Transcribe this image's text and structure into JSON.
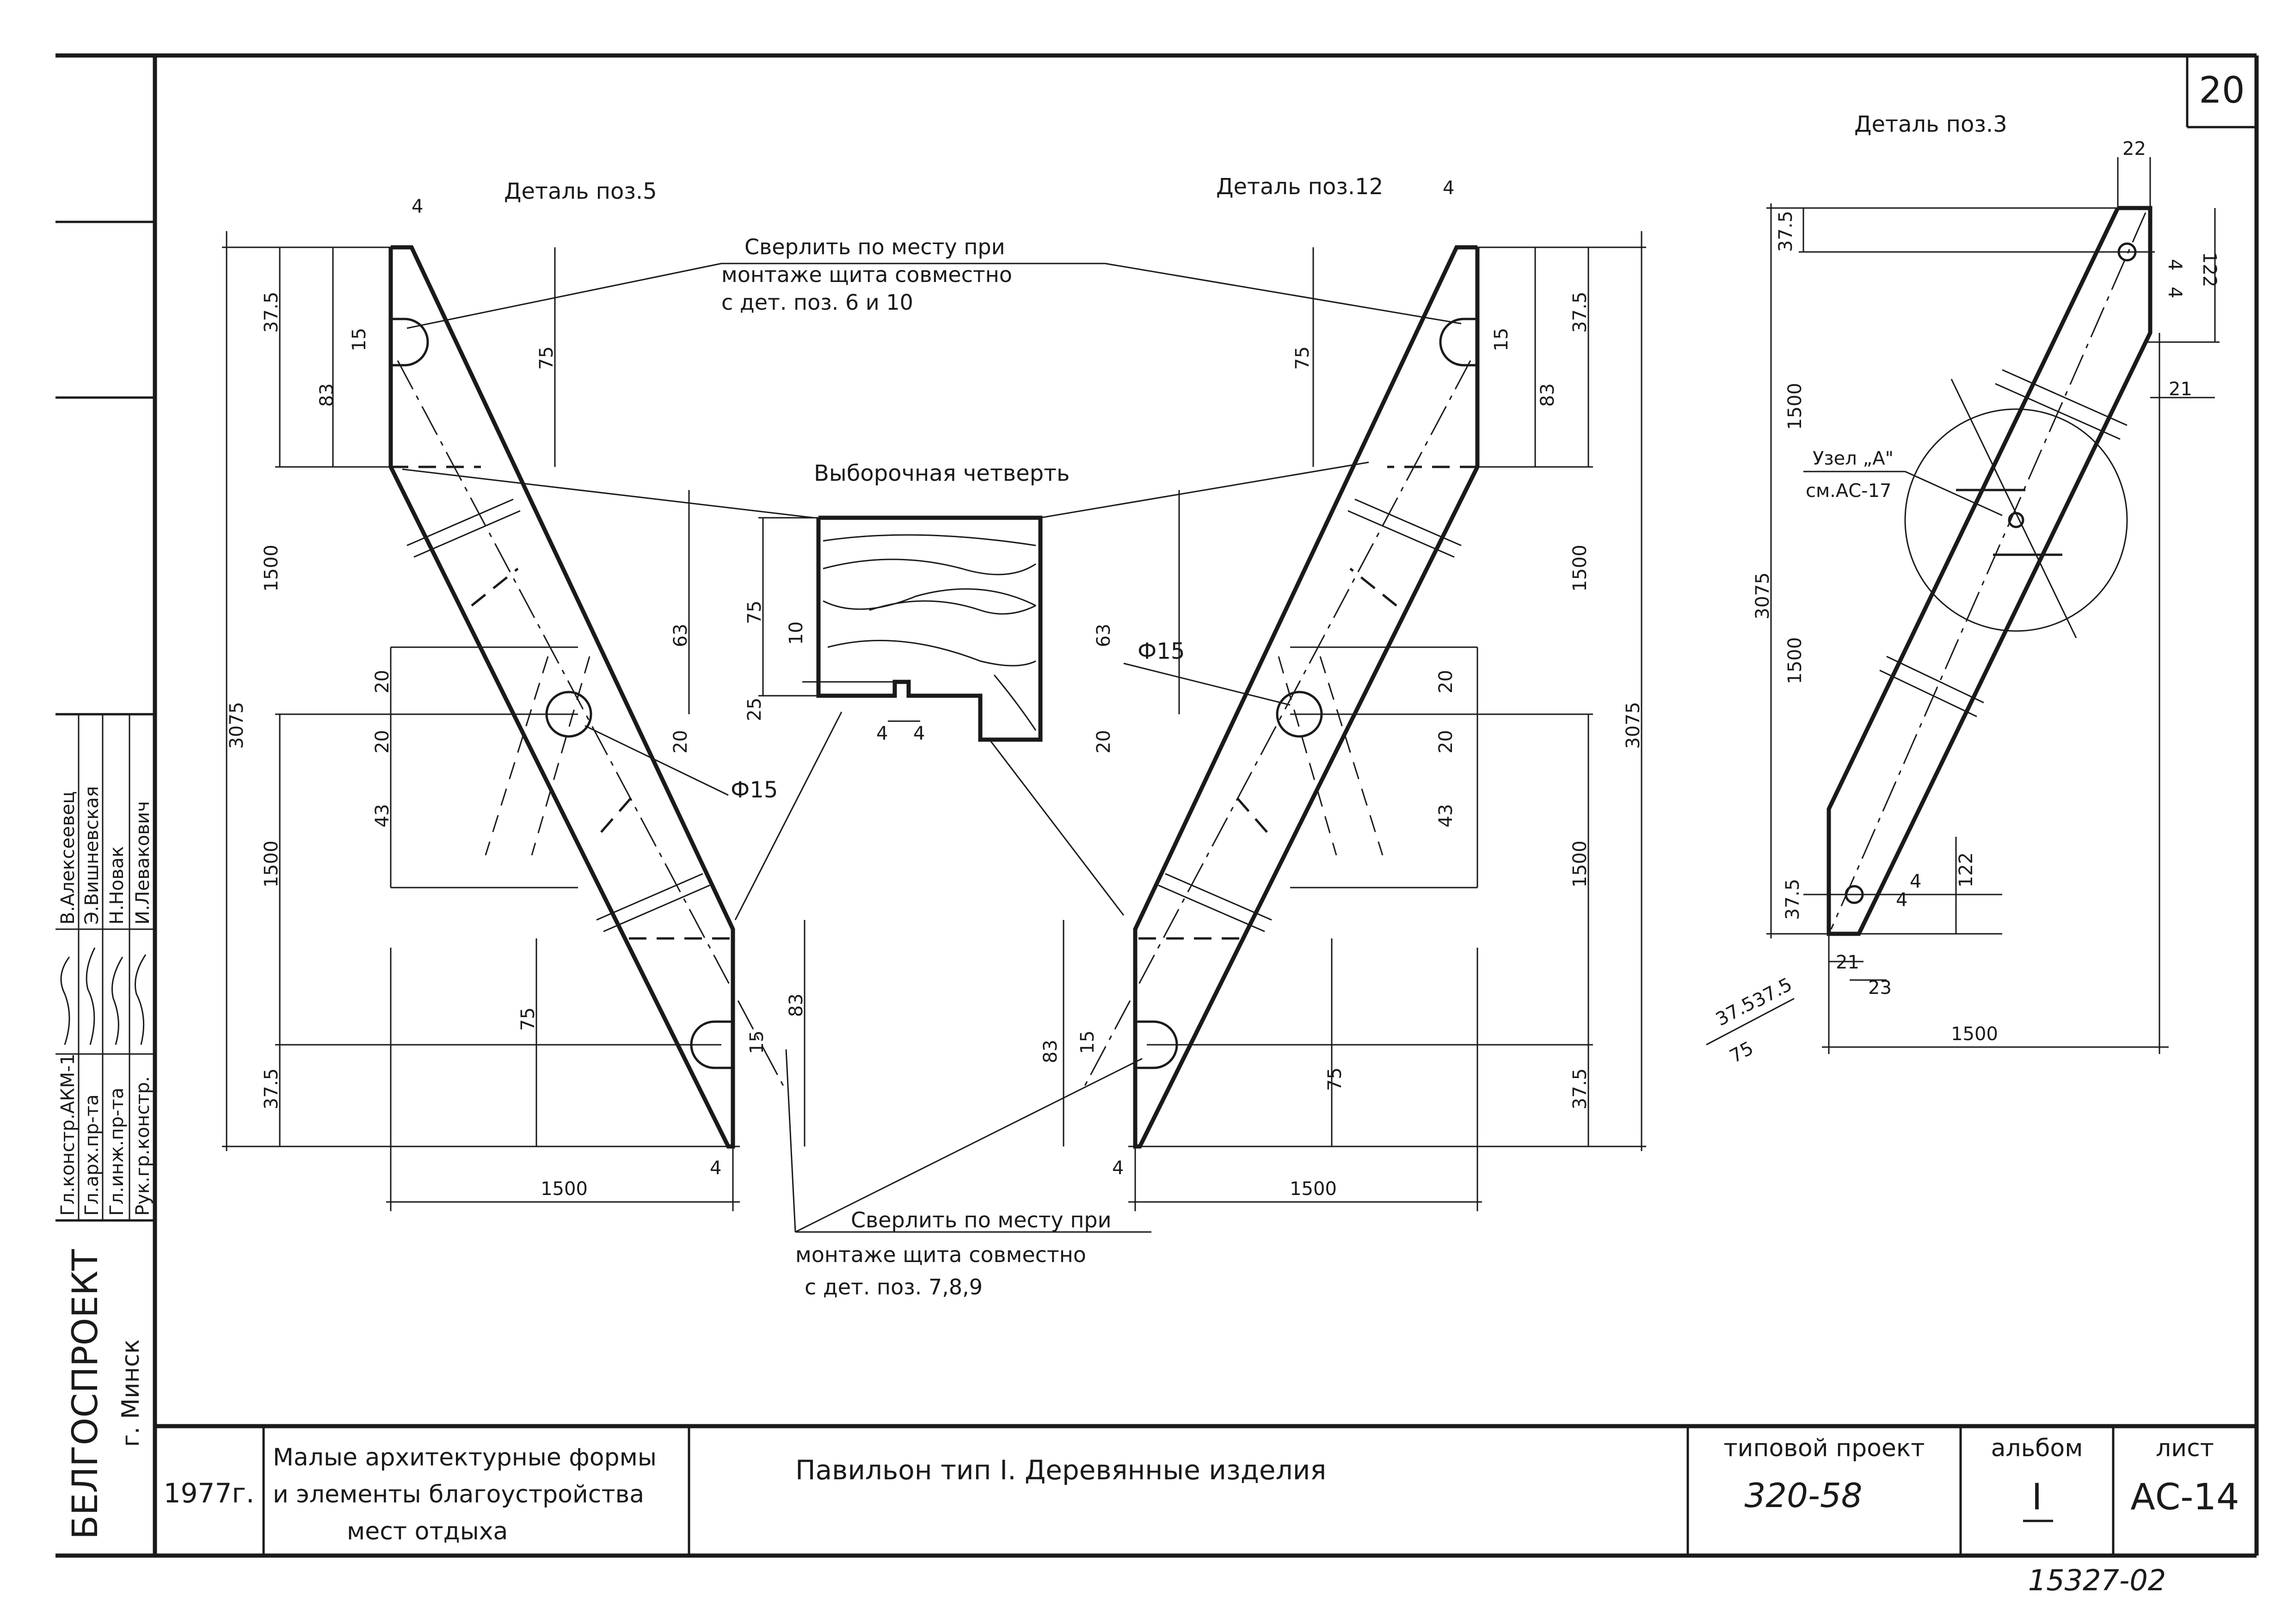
{
  "sheet_number": "20",
  "details": {
    "poz5": {
      "title": "Деталь поз.5"
    },
    "poz12": {
      "title": "Деталь поз.12"
    },
    "poz3": {
      "title": "Деталь поз.3"
    }
  },
  "notes": {
    "drill_top": [
      "Сверлить по месту при",
      "монтаже щита совместно",
      "с дет. поз. 6 и 10"
    ],
    "drill_bottom": [
      "Сверлить по месту при",
      "монтаже щита совместно",
      "с дет. поз. 7,8,9"
    ],
    "quarter": "Выборочная четверть",
    "node_a": [
      "Узел „А\"",
      "см.АС-17"
    ]
  },
  "dims": {
    "d4": "4",
    "d15": "15",
    "d20": "20",
    "d21": "21",
    "d22": "22",
    "d23": "23",
    "d25": "25",
    "d10": "10",
    "d37_5": "37.5",
    "d43": "43",
    "d63": "63",
    "d75": "75",
    "d83": "83",
    "d122": "122",
    "d1500": "1500",
    "d3075": "3075",
    "phi15": "Ф15"
  },
  "left_stamp": {
    "org": "БЕЛГОСПРОЕКТ",
    "city": "г. Минск",
    "roles": [
      "Гл.констр.АКМ-1",
      "Гл.арх.пр-та",
      "Гл.инж.пр-та",
      "Рук.гр.констр."
    ],
    "names": [
      "В.Алексеевец",
      "Э.Вишневская",
      "Н.Новак",
      "И.Левакович"
    ]
  },
  "title_block": {
    "year": "1977г.",
    "subject": [
      "Малые архитектурные формы",
      "и элементы благоустройства",
      "мест отдыха"
    ],
    "sheet_title": "Павильон тип I.   Деревянные изделия",
    "project_label": "типовой проект",
    "project_value": "320-58",
    "album_label": "альбом",
    "album_value": "I",
    "sheet_label": "лист",
    "sheet_value": "АС-14"
  },
  "inventory_number": "15327-02"
}
